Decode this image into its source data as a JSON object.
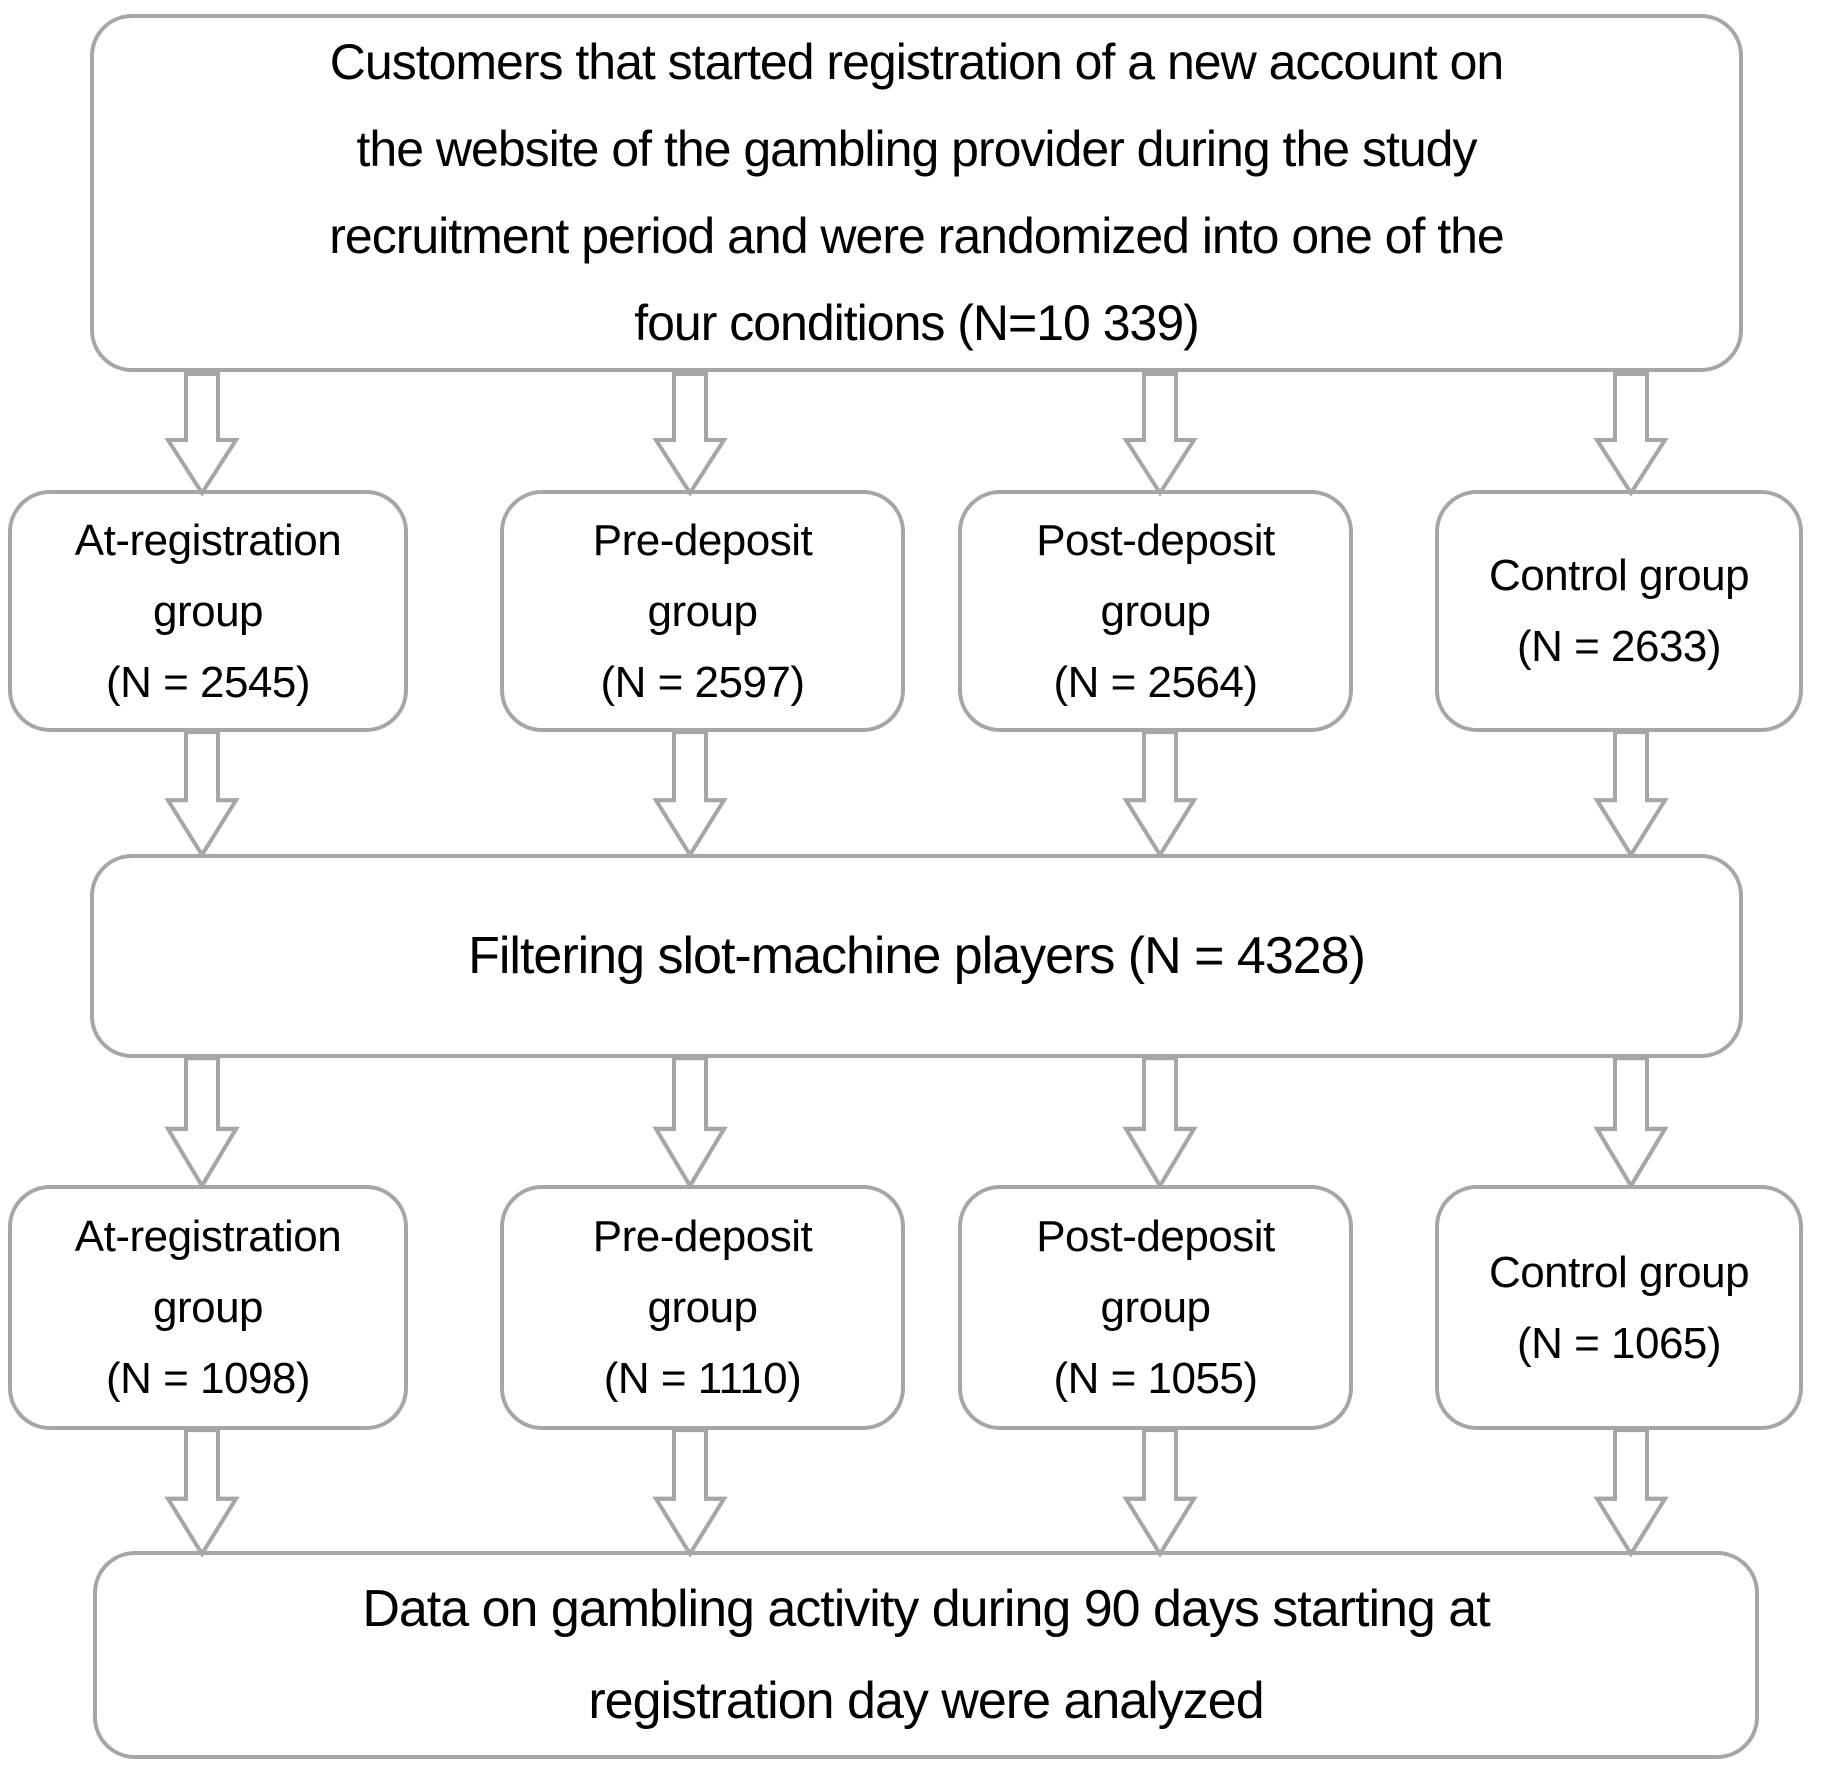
{
  "colors": {
    "outline_gray": "#a6a6a6",
    "text": "#000000",
    "background": "#ffffff"
  },
  "flow": {
    "top": "Customers that started registration of a new account on\nthe website of the gambling provider during the study\nrecruitment period and were randomized into one of the\nfour conditions (N=10 339)",
    "row1": [
      {
        "label": "At-registration\ngroup",
        "n": "(N = 2545)"
      },
      {
        "label": "Pre-deposit\ngroup",
        "n": "(N = 2597)"
      },
      {
        "label": "Post-deposit\ngroup",
        "n": "(N = 2564)"
      },
      {
        "label": "Control group",
        "n": "(N = 2633)"
      }
    ],
    "filter": "Filtering slot-machine players (N = 4328)",
    "row2": [
      {
        "label": "At-registration\ngroup",
        "n": "(N = 1098)"
      },
      {
        "label": "Pre-deposit\ngroup",
        "n": "(N = 1110)"
      },
      {
        "label": "Post-deposit\ngroup",
        "n": "(N = 1055)"
      },
      {
        "label": "Control group",
        "n": "(N = 1065)"
      }
    ],
    "bottom": "Data on gambling activity during 90 days starting at\nregistration day were analyzed"
  }
}
